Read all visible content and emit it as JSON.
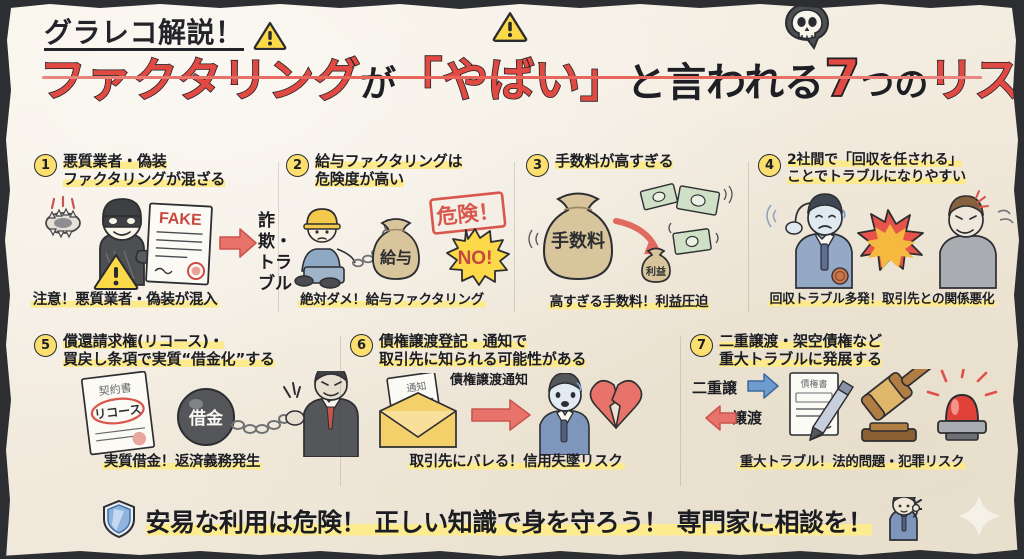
{
  "header": {
    "kicker": "グラレコ解説！",
    "kicker_icon": "warning-triangle-icon",
    "title_part1": "ファクタリング",
    "title_part2": "が",
    "title_part3": "「やばい」",
    "title_part4": "と言われる",
    "title_number": "7",
    "title_part5": "つの",
    "title_part6": "リスク",
    "title_icon_warning": "warning-triangle-icon",
    "title_icon_skull": "skull-icon"
  },
  "items": [
    {
      "number": "①",
      "heading_line1": "悪質業者・偽装",
      "heading_line2": "ファクタリングが混ざる",
      "caption": "注意！悪質業者・偽装が混入",
      "art": {
        "trap_icon": "bear-trap-icon",
        "thief_icon": "masked-thief-icon",
        "document_label": "FAKE",
        "warning_icon": "warning-triangle-icon",
        "arrow_icon": "red-arrow-right-icon",
        "result_line1": "詐欺・",
        "result_line2": "トラブル"
      }
    },
    {
      "number": "②",
      "heading_line1": "給与ファクタリングは",
      "heading_line2": "危険度が高い",
      "caption": "絶対ダメ！給与ファクタリング",
      "art": {
        "worker_icon": "chained-worker-icon",
        "moneybag_label": "給与",
        "stamp_label": "危険！",
        "burst_label": "NO!"
      }
    },
    {
      "number": "③",
      "heading_line1": "手数料が高すぎる",
      "heading_line2": "",
      "caption": "高すぎる手数料！利益圧迫",
      "art": {
        "big_bag_label": "手数料",
        "small_bag_label": "利益",
        "bills_icon": "flying-banknotes-icon",
        "arrow_icon": "red-curved-arrow-icon"
      }
    },
    {
      "number": "④",
      "heading_line1": "2社間で「回収を任される」",
      "heading_line2": "ことでトラブルになりやすい",
      "caption": "回収トラブル多発！取引先との関係悪化",
      "art": {
        "person_left_icon": "worried-businessman-icon",
        "clash_icon": "red-burst-icon",
        "person_right_icon": "angry-person-icon"
      }
    },
    {
      "number": "⑤",
      "heading_line1": "償還請求権(リコース)・",
      "heading_line2": "買戻し条項で実質“借金化”する",
      "caption": "実質借金！返済義務発生",
      "art": {
        "contract_title": "契約書",
        "contract_highlight": "リコース",
        "ball_label": "借金",
        "person_icon": "chained-businessman-icon"
      }
    },
    {
      "number": "⑥",
      "heading_line1": "債権譲渡登記・通知で",
      "heading_line2": "取引先に知られる可能性がある",
      "caption": "取引先にバレる！信用失墜リスク",
      "art": {
        "envelope_icon": "open-envelope-icon",
        "letter_label": "通知",
        "notice_label": "債権譲渡通知",
        "arrow_icon": "red-arrow-right-icon",
        "person_icon": "shocked-businessman-icon",
        "heart_icon": "broken-heart-icon"
      }
    },
    {
      "number": "⑦",
      "heading_line1": "二重譲渡・架空債権など",
      "heading_line2": "重大トラブルに発展する",
      "caption": "重大トラブル！法的問題・犯罪リスク",
      "art": {
        "label_top": "二重譲",
        "label_bottom": "譲渡",
        "arrow_blue_icon": "blue-arrow-right-icon",
        "arrow_red_icon": "red-arrow-left-icon",
        "document_label": "債権書",
        "pen_icon": "pen-icon",
        "gavel_icon": "gavel-icon",
        "siren_icon": "red-siren-icon"
      }
    }
  ],
  "footer": {
    "shield_icon": "blue-shield-icon",
    "text": "安易な利用は危険！ 正しい知識で身を守ろう！ 専門家に相談を！",
    "person_icon": "pointing-businessman-icon",
    "sparkle_icon": "sparkle-icon"
  },
  "colors": {
    "paper": "#f3ece0",
    "frame": "#2d2e32",
    "accent_red": "#e04a42",
    "highlight_yellow": "#fdea8c",
    "circle_yellow": "#fcdf6e",
    "ink": "#1d1e23",
    "blue": "#5b82b8"
  }
}
